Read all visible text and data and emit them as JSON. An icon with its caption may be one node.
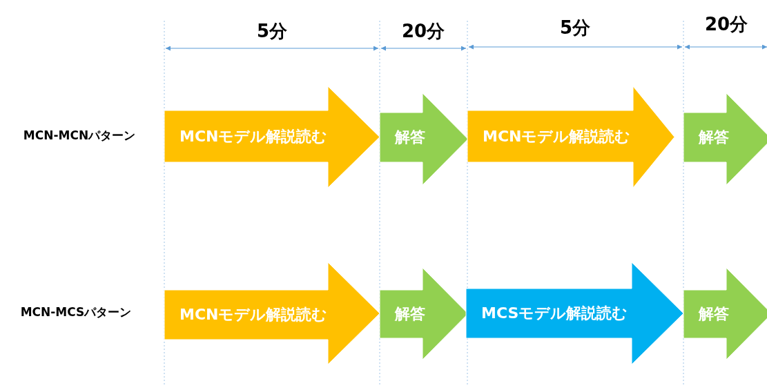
{
  "diagram": {
    "nodes": [
      {
        "text": [
          "MCNモデル解説読む"
        ]
      },
      {
        "text": [
          "解答"
        ]
      },
      {
        "text": [
          "MCNモデル解説読む"
        ]
      },
      {
        "text": [
          "解答"
        ]
      },
      {
        "text": [
          "MCNモデル解説読む"
        ]
      },
      {
        "text": [
          "解答"
        ]
      },
      {
        "text": [
          "MCSモデル解説読む"
        ]
      },
      {
        "text": [
          "解答"
        ]
      }
    ],
    "edges": [],
    "labels": [
      "5分",
      "20分",
      "5分",
      "20分",
      "MCN-MCNパターン",
      "MCN-MCSパターン"
    ]
  }
}
